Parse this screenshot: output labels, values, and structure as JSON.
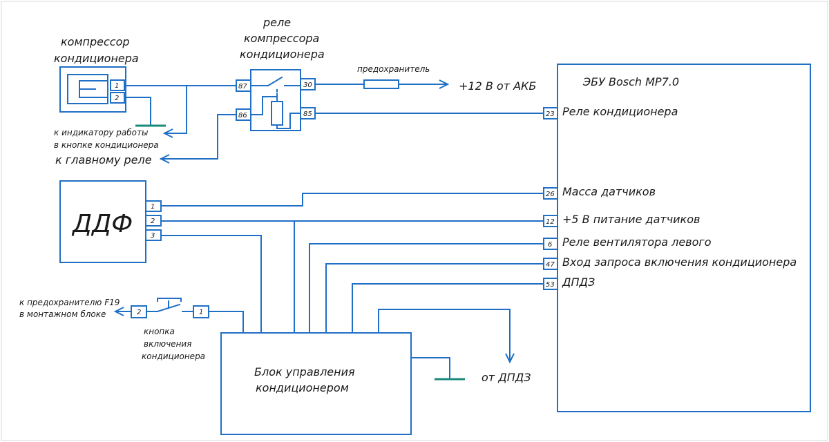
{
  "compressor": {
    "label_line1": "компрессор",
    "label_line2": "кондиционера",
    "pins": [
      "1",
      "2"
    ]
  },
  "relay": {
    "label_line1": "реле",
    "label_line2": "компрессора",
    "label_line3": "кондиционера",
    "pins": [
      "87",
      "86",
      "30",
      "85"
    ]
  },
  "fuse": {
    "label": "предохранитель"
  },
  "battery": {
    "label": "+12 В от АКБ"
  },
  "indicator": {
    "label_line1": "к индикатору работы",
    "label_line2": "в кнопке кондиционера"
  },
  "main_relay": {
    "label": "к главному реле"
  },
  "ddf": {
    "label": "ДДФ",
    "pins": [
      "1",
      "2",
      "3"
    ]
  },
  "fuse_f19": {
    "label_line1": "к предохранителю F19",
    "label_line2": "в монтажном блоке"
  },
  "ac_button": {
    "label_line1": "кнопка",
    "label_line2": "включения",
    "label_line3": "кондиционера",
    "pins": [
      "2",
      "1"
    ]
  },
  "ac_control_unit": {
    "label_line1": "Блок управления",
    "label_line2": "кондиционером"
  },
  "tps_from": {
    "label": "от ДПДЗ"
  },
  "ecu": {
    "title": "ЭБУ Bosch MP7.0",
    "pins": [
      {
        "num": "23",
        "label": "Реле кондиционера"
      },
      {
        "num": "26",
        "label": "Масса датчиков"
      },
      {
        "num": "12",
        "label": "+5 В питание датчиков"
      },
      {
        "num": "6",
        "label": "Реле вентилятора левого"
      },
      {
        "num": "47",
        "label": "Вход запроса включения кондиционера"
      },
      {
        "num": "53",
        "label": "ДПДЗ"
      }
    ]
  }
}
